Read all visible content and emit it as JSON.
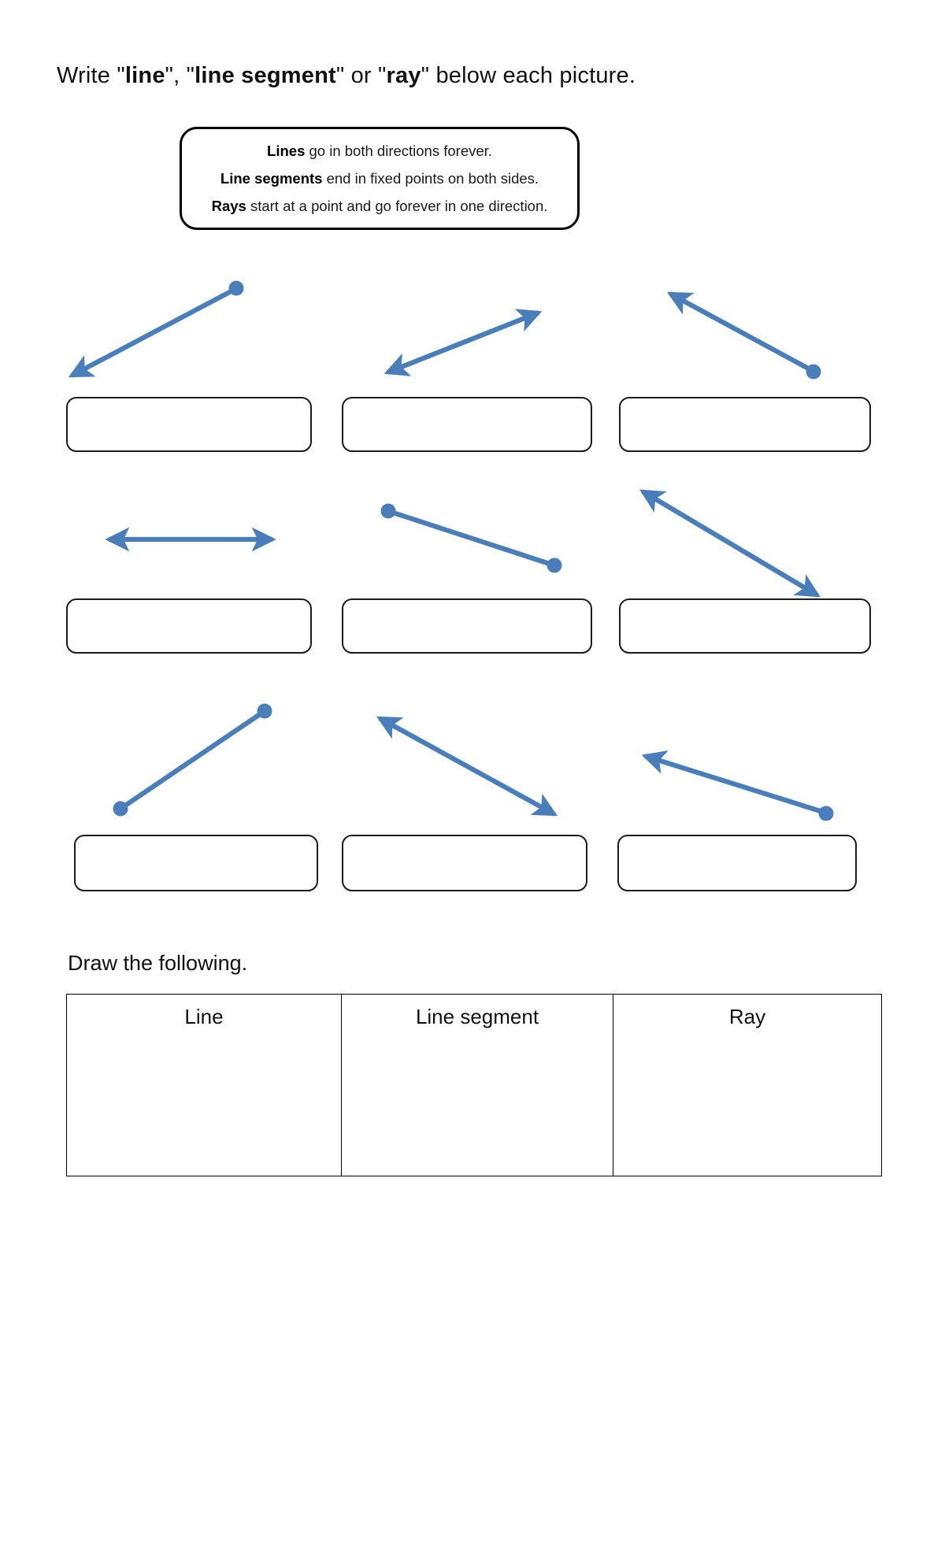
{
  "worksheet": {
    "title": {
      "prefix": "Write \"",
      "kw1": "line",
      "mid1": "\", \"",
      "kw2": "line segment",
      "mid2": "\" or \"",
      "kw3": "ray",
      "suffix": "\" below each picture."
    },
    "definitions": [
      {
        "term": "Lines",
        "text": " go in both directions forever."
      },
      {
        "term": "Line segments",
        "text": " end in fixed points on both sides."
      },
      {
        "term": "Rays",
        "text": " start at a point and go forever in one direction."
      }
    ],
    "figures": [
      {
        "id": 1,
        "kind": "ray",
        "answer": "",
        "description": "point at upper right, arrow to lower left"
      },
      {
        "id": 2,
        "kind": "line",
        "answer": "",
        "description": "arrows at upper right and lower left"
      },
      {
        "id": 3,
        "kind": "ray",
        "answer": "",
        "description": "arrow to upper left, point at lower right"
      },
      {
        "id": 4,
        "kind": "line",
        "answer": "",
        "description": "horizontal arrows both directions"
      },
      {
        "id": 5,
        "kind": "line segment",
        "answer": "",
        "description": "points at upper left and lower right"
      },
      {
        "id": 6,
        "kind": "line",
        "answer": "",
        "description": "arrows at upper left and lower right"
      },
      {
        "id": 7,
        "kind": "line segment",
        "answer": "",
        "description": "points at upper right and lower left"
      },
      {
        "id": 8,
        "kind": "line",
        "answer": "",
        "description": "arrows at upper left and lower right"
      },
      {
        "id": 9,
        "kind": "ray",
        "answer": "",
        "description": "arrow to upper left, point at lower right"
      }
    ],
    "draw_section": {
      "heading": "Draw the following.",
      "columns": [
        "Line",
        "Line segment",
        "Ray"
      ],
      "cells": [
        "",
        "",
        ""
      ]
    },
    "colors": {
      "figure_blue": "#4A7EBB",
      "ink_black": "#000000",
      "page_background": "#FFFFFF"
    }
  }
}
